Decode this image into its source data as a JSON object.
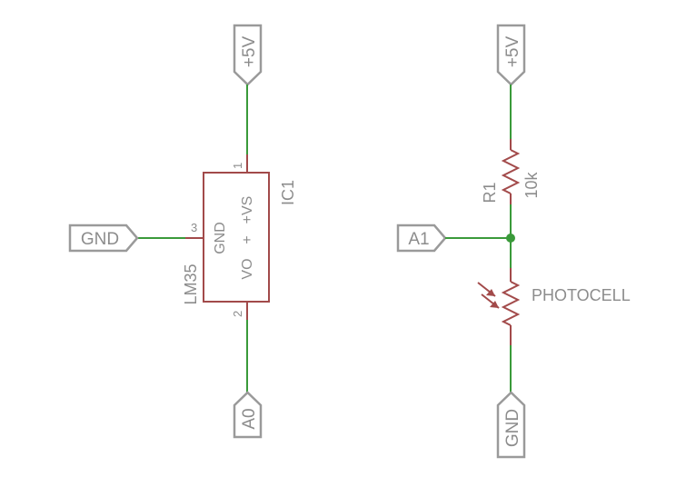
{
  "ports": {
    "vcc_left": "+5V",
    "gnd_left": "GND",
    "a0": "A0",
    "vcc_right": "+5V",
    "a1": "A1",
    "gnd_right": "GND"
  },
  "ic1": {
    "name": "IC1",
    "value": "LM35",
    "pin_gnd": "GND",
    "pin_vs": "+VS",
    "pin_plus": "+",
    "pin_vo": "VO",
    "pin1": "1",
    "pin2": "2",
    "pin3": "3"
  },
  "r1": {
    "name": "R1",
    "value": "10k"
  },
  "photocell": {
    "name": "PHOTOCELL"
  },
  "colors": {
    "wire": "#3a9a3a",
    "part": "#a24a4a",
    "port_border": "#9a9a9a",
    "label": "#8c8c8c"
  }
}
